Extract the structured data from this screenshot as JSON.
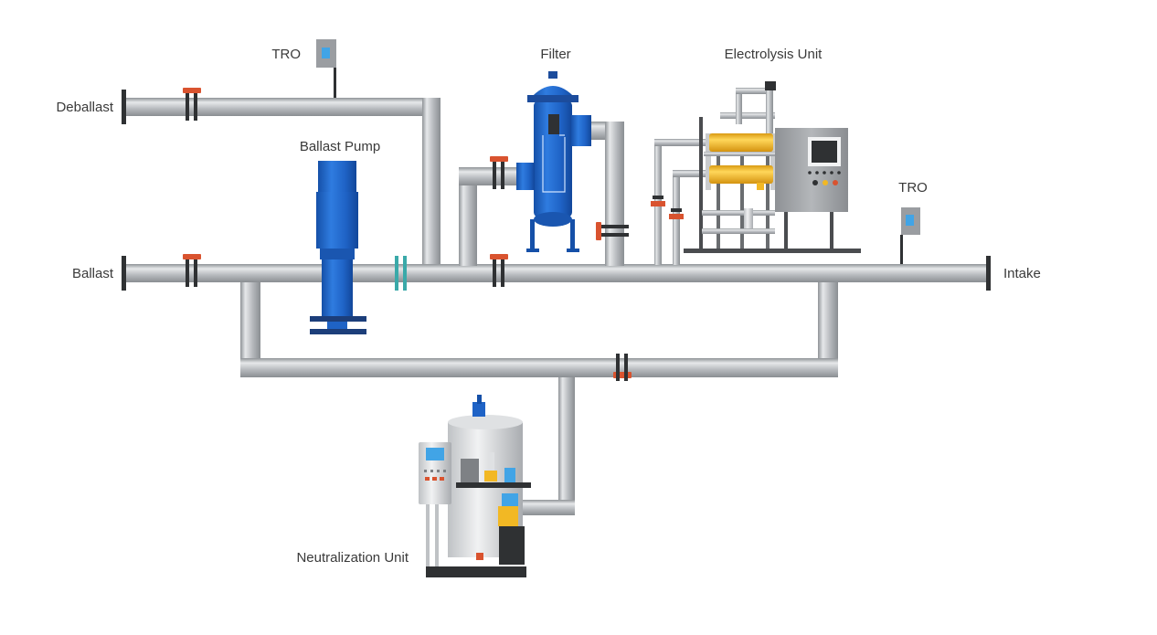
{
  "labels": {
    "deballast": "Deballast",
    "ballast": "Ballast",
    "intake": "Intake",
    "tro_top": "TRO",
    "tro_right": "TRO",
    "filter": "Filter",
    "electrolysis_unit": "Electrolysis Unit",
    "ballast_pump": "Ballast Pump",
    "neutralization_unit": "Neutralization Unit"
  },
  "colors": {
    "pipe": "#b9bcc0",
    "pipe_highlight": "#e4e6e8",
    "pipe_edge": "#8e9296",
    "valve_red": "#d9532f",
    "valve_dark": "#2f3133",
    "pump_blue": "#1f63c6",
    "tank_yellow": "#f2b824",
    "cabinet_grey": "#9a9da1",
    "sensor_blue": "#41a4e6",
    "coupling_teal": "#3aa9a9"
  }
}
